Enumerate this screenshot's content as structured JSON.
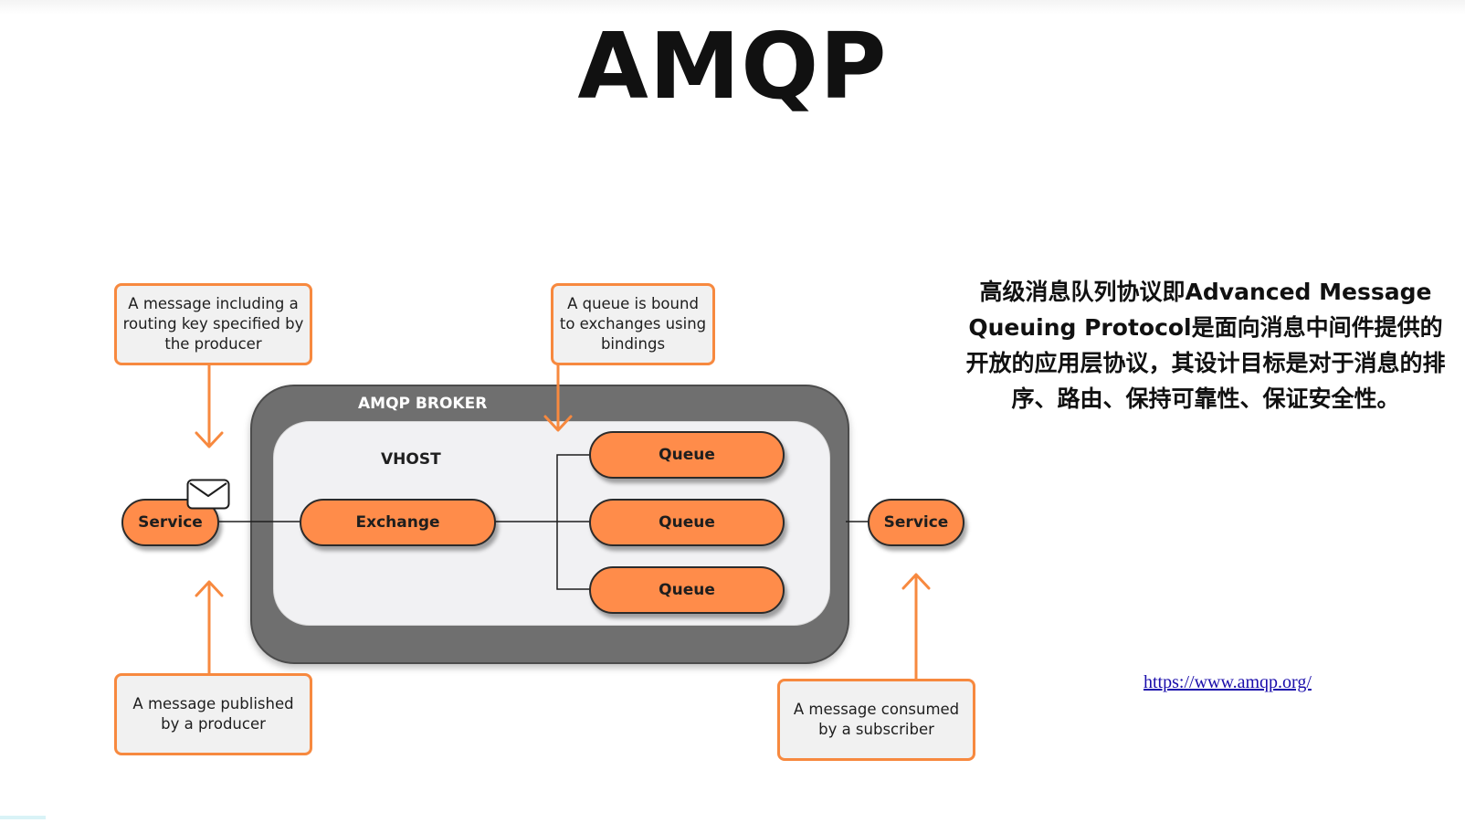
{
  "slide": {
    "title": "AMQP",
    "description": "高级消息队列协议即Advanced Message Queuing Protocol是面向消息中间件提供的开放的应用层协议，其设计目标是对于消息的排序、路由、保持可靠性、保证安全性。",
    "link_text": "https://www.amqp.org/"
  },
  "diagram": {
    "broker_label": "AMQP BROKER",
    "vhost_label": "VHOST",
    "producer_service": "Service",
    "consumer_service": "Service",
    "exchange": "Exchange",
    "queues": [
      "Queue",
      "Queue",
      "Queue"
    ],
    "callouts": {
      "routing_key": "A message including a routing key specified by the producer",
      "bindings": "A queue is bound to exchanges using bindings",
      "published": "A message published by a producer",
      "consumed": "A message consumed by a subscriber"
    }
  },
  "colors": {
    "accent_orange": "#ff8c4a",
    "callout_border": "#f7893f",
    "broker_gray": "#6f6f6f",
    "vhost_bg": "#f1f1f3",
    "link_blue": "#1a0dab"
  },
  "icons": {
    "envelope": "envelope-icon"
  }
}
